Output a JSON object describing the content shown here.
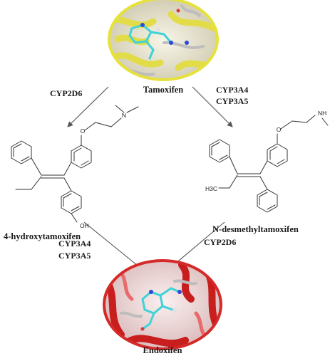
{
  "labels": {
    "top": "Tamoxifen",
    "bottom": "Endoxifen",
    "left_compound": "4-hydroxytamoxifen",
    "right_compound": "N-desmethyltamoxifen"
  },
  "enzymes": {
    "tamoxifen_to_left": "CYP2D6",
    "tamoxifen_to_right": [
      "CYP3A4",
      "CYP3A5"
    ],
    "left_to_endoxifen": [
      "CYP3A4",
      "CYP3A5"
    ],
    "right_to_endoxifen": "CYP2D6"
  },
  "atoms": {
    "left_O": "O",
    "left_N": "N",
    "left_OH": "OH",
    "right_O": "O",
    "right_NH": "NH",
    "right_H3C": "H3C"
  },
  "colors": {
    "top_circle": "#e6e23a",
    "bottom_circle": "#d42a2a",
    "ligand": "#3fd3d8",
    "helix_yellow": "#e2dc48",
    "helix_red": "#c81e1e"
  }
}
